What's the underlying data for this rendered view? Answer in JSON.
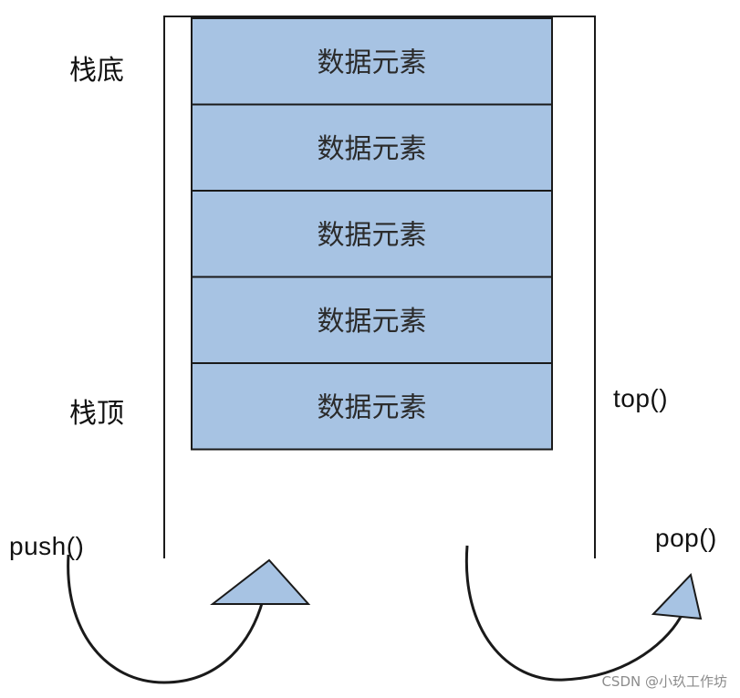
{
  "labels": {
    "stack_bottom": "栈底",
    "stack_top": "栈顶",
    "top_fn": "top()",
    "push_fn": "push()",
    "pop_fn": "pop()"
  },
  "stack": {
    "elements": [
      "数据元素",
      "数据元素",
      "数据元素",
      "数据元素",
      "数据元素"
    ]
  },
  "colors": {
    "element_fill": "#a7c3e3",
    "outline": "#1a1a1a"
  },
  "watermark": "CSDN @小玖工作坊"
}
